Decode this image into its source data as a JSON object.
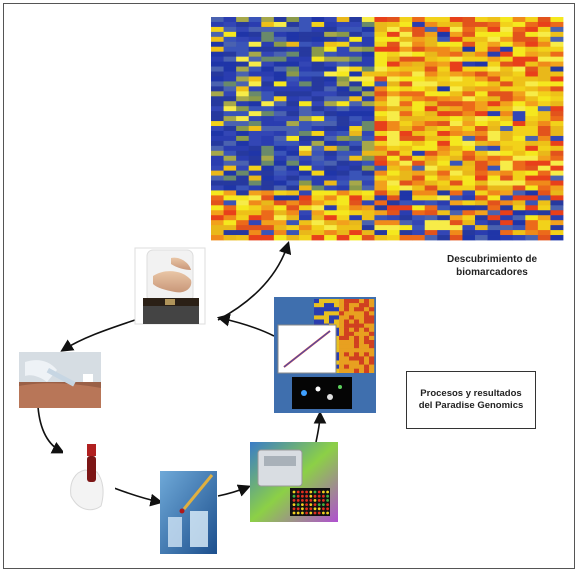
{
  "captions": {
    "biomarker_discovery": "Descubrimiento de biomarcadores",
    "process_box": "Procesos y resultados del Paradise Genomics"
  },
  "heatmap": {
    "rows": 45,
    "cols": 28,
    "palette": {
      "low": "#2a3db0",
      "mid": "#f2e01c",
      "high": "#e8401a"
    }
  },
  "cycle_steps": [
    {
      "id": "patient",
      "icon": "patient-abdomen-photo"
    },
    {
      "id": "blood-draw",
      "icon": "blood-draw-photo"
    },
    {
      "id": "blood-tube",
      "icon": "blood-tube-photo"
    },
    {
      "id": "pipette",
      "icon": "pipette-vial-photo"
    },
    {
      "id": "sequencer",
      "icon": "sequencer-microarray-photo"
    },
    {
      "id": "analysis",
      "icon": "analysis-plot-photo"
    }
  ],
  "colors": {
    "arrow": "#111111",
    "border": "#555555"
  }
}
